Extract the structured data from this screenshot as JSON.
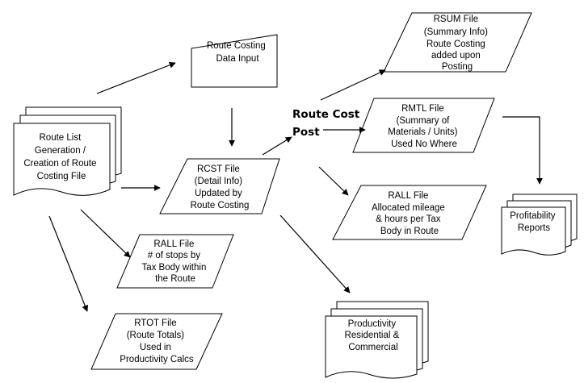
{
  "diagram": {
    "route_list": [
      "Route List",
      "Generation /",
      "Creation of Route",
      "Costing File"
    ],
    "route_costing_input": [
      "Route Costing",
      "Data Input"
    ],
    "rcst_file": [
      "RCST File",
      "(Detail Info)",
      "Updated by",
      "Route Costing"
    ],
    "route_cost_post": [
      "Route Cost",
      "Post"
    ],
    "rsum_file": [
      "RSUM File",
      "(Summary Info)",
      "Route Costing",
      "added upon",
      "Posting"
    ],
    "rmtl_file": [
      "RMTL File",
      "(Summary of",
      "Materials / Units)",
      "Used No Where"
    ],
    "rall_file_mileage": [
      "RALL File",
      "Allocated mileage",
      "& hours per Tax",
      "Body in Route"
    ],
    "rall_file_stops": [
      "RALL File",
      "# of stops by",
      "Tax Body within",
      "the Route"
    ],
    "rtot_file": [
      "RTOT File",
      "(Route Totals)",
      "Used in",
      "Productivity Calcs"
    ],
    "productivity_report": [
      "Productivity",
      "Residential &",
      "Commercial"
    ],
    "profitability_report": [
      "Profitability",
      "Reports"
    ]
  }
}
